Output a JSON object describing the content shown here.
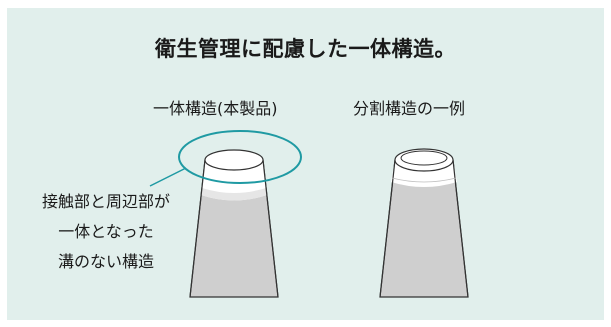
{
  "title": "衛生管理に配慮した一体構造。",
  "labels": {
    "integrated": "一体構造(本製品)",
    "split": "分割構造の一例"
  },
  "callout": {
    "line1": "接触部と周辺部が",
    "line2": "一体となった",
    "line3": "溝のない構造"
  },
  "colors": {
    "background": "#e1efec",
    "accent_teal": "#1f9aa3",
    "cup_fill": "#cfcfcf",
    "cup_top": "#ffffff",
    "outline": "#333333"
  },
  "icons": {
    "integrated_cup": "tapered-cylinder-icon",
    "split_cup": "tapered-cylinder-icon",
    "highlight_ring": "ellipse-highlight"
  }
}
